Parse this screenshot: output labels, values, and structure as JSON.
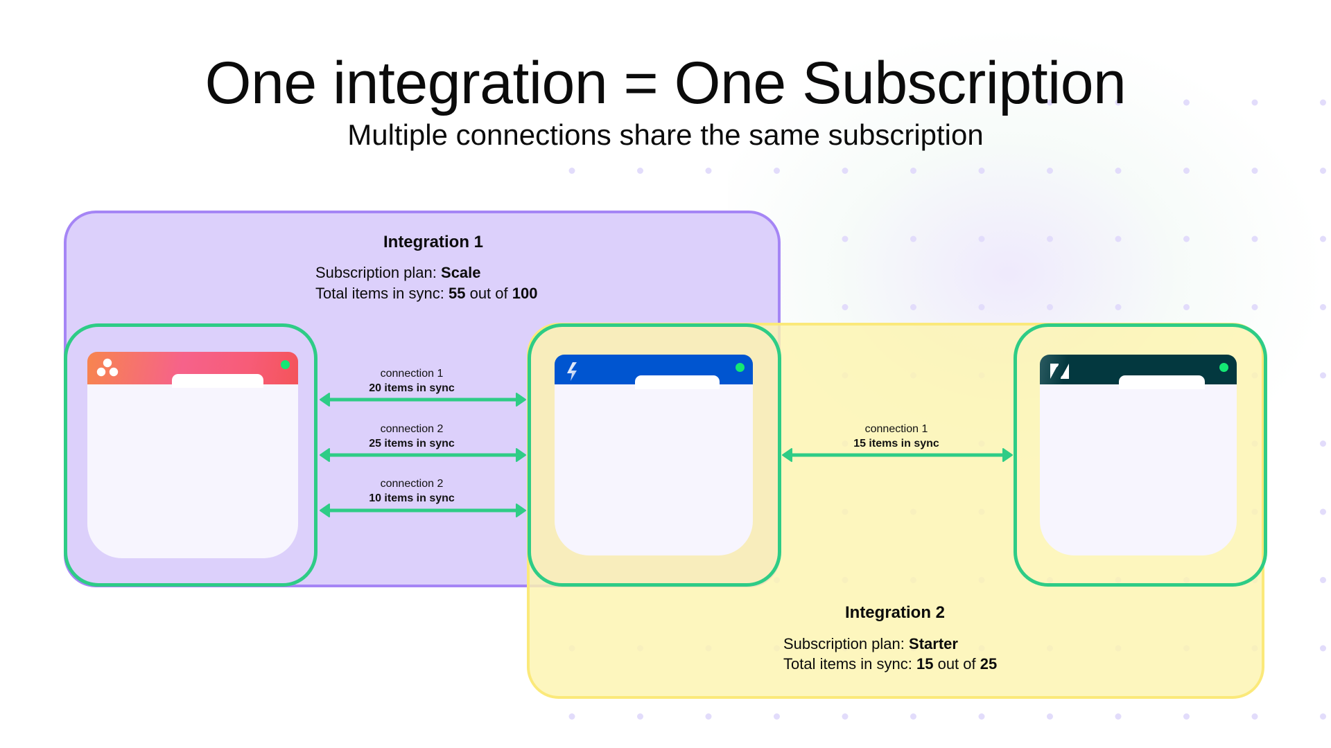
{
  "header": {
    "title": "One integration = One Subscription",
    "subtitle": "Multiple connections share the same subscription"
  },
  "colors": {
    "integration1_fill": "#dcd0fb",
    "integration1_border": "#a585f5",
    "integration2_fill": "#fdf4b0",
    "integration2_border": "#fbe97a",
    "node_border": "#2ecc86",
    "connection_arrow": "#2ecc86",
    "status_online": "#14e874",
    "asana_header": "#f6628a",
    "jira_header": "#0055d0",
    "zendesk_header": "#03383f"
  },
  "integrations": [
    {
      "title": "Integration 1",
      "plan_label": "Subscription plan:",
      "plan_value": "Scale",
      "items_label": "Total items in sync:",
      "items_used": "55",
      "items_sep": "out of",
      "items_total": "100"
    },
    {
      "title": "Integration 2",
      "plan_label": "Subscription plan:",
      "plan_value": "Starter",
      "items_label": "Total items in sync:",
      "items_used": "15",
      "items_sep": "out of",
      "items_total": "25"
    }
  ],
  "nodes": [
    {
      "app": "asana",
      "icon": "asana-logo-icon",
      "status": "online"
    },
    {
      "app": "jira",
      "icon": "jira-logo-icon",
      "status": "online"
    },
    {
      "app": "zendesk",
      "icon": "zendesk-logo-icon",
      "status": "online"
    }
  ],
  "connections": [
    {
      "name": "connection 1",
      "count": "20 items in sync",
      "from": "asana",
      "to": "jira"
    },
    {
      "name": "connection 2",
      "count": "25 items in sync",
      "from": "asana",
      "to": "jira"
    },
    {
      "name": "connection 2",
      "count": "10 items in sync",
      "from": "asana",
      "to": "jira"
    },
    {
      "name": "connection 1",
      "count": "15 items in sync",
      "from": "jira",
      "to": "zendesk"
    }
  ]
}
